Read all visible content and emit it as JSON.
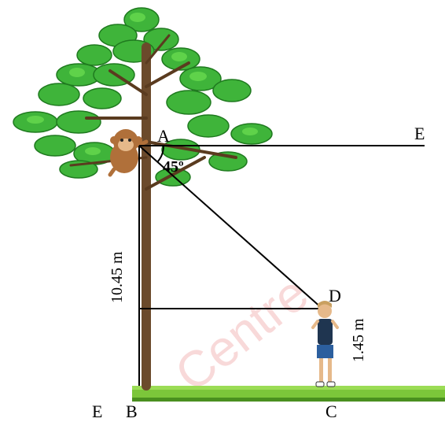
{
  "points": {
    "A": "A",
    "B": "B",
    "C": "C",
    "D": "D",
    "E_top": "E",
    "E_bottom": "E"
  },
  "angle_label": "45º",
  "height_label": "10.45 m",
  "boy_height_label": "1.45 m",
  "watermark": "Centre",
  "colors": {
    "leaf": "#3fb43a",
    "leaf_dark": "#1f7a1f",
    "trunk": "#6b4a2b",
    "ground": "#7cc63a",
    "ground_dark": "#4a8f1f",
    "monkey": "#b0703a",
    "boy_shirt": "#1f3550",
    "boy_shorts": "#2c5f9e",
    "watermark": "#f3b6b6"
  }
}
